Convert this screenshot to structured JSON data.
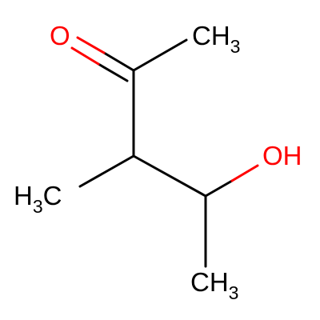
{
  "molecule": {
    "atoms": {
      "oxygen_carbonyl": {
        "label": "O",
        "color": "#ff0000"
      },
      "methyl_top": {
        "main": "CH",
        "sub": "3",
        "color": "#000000"
      },
      "methyl_left": {
        "pre": "H",
        "sub": "3",
        "main": "C",
        "color": "#000000"
      },
      "hydroxyl": {
        "label": "OH",
        "color": "#ff0000"
      },
      "methyl_bottom": {
        "main": "CH",
        "sub": "3",
        "color": "#000000"
      }
    },
    "bond_color": "#000000",
    "carbonyl_bond_color": "#ff0000"
  }
}
